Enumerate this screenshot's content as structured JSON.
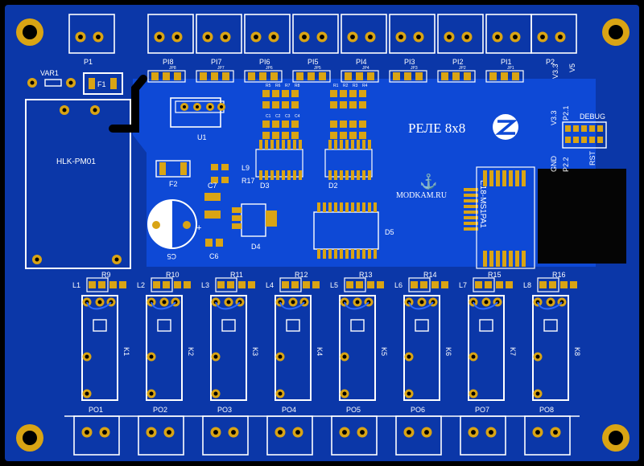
{
  "board": {
    "title": "РЕЛЕ 8x8",
    "site": "MODKAM.RU",
    "module_label": "HLK-PM01",
    "rf_module_label": "E18-MS1PA1",
    "debug_label": "DEBUG",
    "debug_pins": [
      "V3.3",
      "P2.1",
      "GND",
      "P2.2",
      "RST"
    ],
    "top_right_labels": [
      "V3.3",
      "V5"
    ],
    "varistor": "VAR1",
    "fuse1": "F1",
    "fuse2": "F2",
    "u1": "U1",
    "d2": "D2",
    "d3": "D3",
    "d4": "D4",
    "d5": "D5",
    "c5": "C5",
    "c6": "C6",
    "c7": "C7",
    "l9": "L9",
    "r17": "R17",
    "small_caps": [
      "C1",
      "C2",
      "C3",
      "C4"
    ],
    "small_res": [
      "R1",
      "R2",
      "R3",
      "R4",
      "R5",
      "R6",
      "R7",
      "R8"
    ],
    "jp_labels": [
      "JP8",
      "JP7",
      "JP6",
      "JP5",
      "JP4",
      "JP3",
      "JP2",
      "JP1"
    ]
  },
  "colors": {
    "board": "#0b37a8",
    "pour": "#0e49d6",
    "trace": "#2e6bff",
    "copper": "#d9a414",
    "silk": "#ffffff",
    "shadow": "#000000"
  },
  "top_connectors": [
    "P1",
    "PI8",
    "PI7",
    "PI6",
    "PI5",
    "PI4",
    "PI3",
    "PI2",
    "PI1",
    "P2"
  ],
  "relays": [
    {
      "led": "L1",
      "res": "R9",
      "relay": "K1"
    },
    {
      "led": "L2",
      "res": "R10",
      "relay": "K2"
    },
    {
      "led": "L3",
      "res": "R11",
      "relay": "K3"
    },
    {
      "led": "L4",
      "res": "R12",
      "relay": "K4"
    },
    {
      "led": "L5",
      "res": "R13",
      "relay": "K5"
    },
    {
      "led": "L6",
      "res": "R14",
      "relay": "K6"
    },
    {
      "led": "L7",
      "res": "R15",
      "relay": "K7"
    },
    {
      "led": "L8",
      "res": "R16",
      "relay": "K8"
    }
  ],
  "output_connectors": [
    "PO1",
    "PO2",
    "PO3",
    "PO4",
    "PO5",
    "PO6",
    "PO7",
    "PO8"
  ]
}
